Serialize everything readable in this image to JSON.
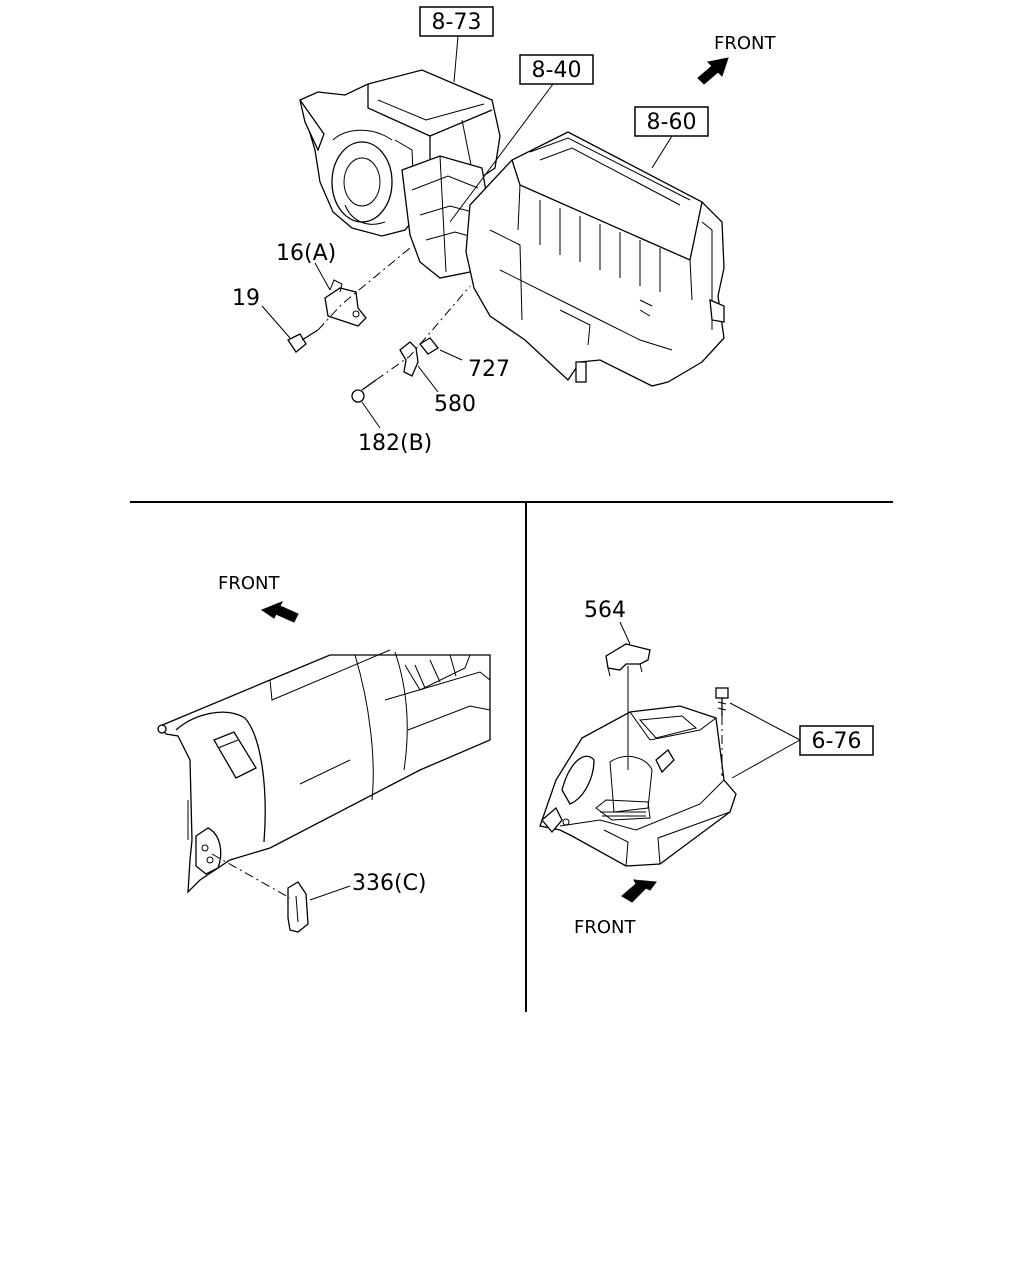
{
  "callouts": {
    "ref_873": "8-73",
    "ref_840": "8-40",
    "ref_860": "8-60",
    "ref_676": "6-76",
    "part_16a": "16(A)",
    "part_19": "19",
    "part_727": "727",
    "part_580": "580",
    "part_182b": "182(B)",
    "part_336c": "336(C)",
    "part_564": "564"
  },
  "direction_labels": {
    "front_top": "FRONT",
    "front_left": "FRONT",
    "front_right": "FRONT"
  }
}
